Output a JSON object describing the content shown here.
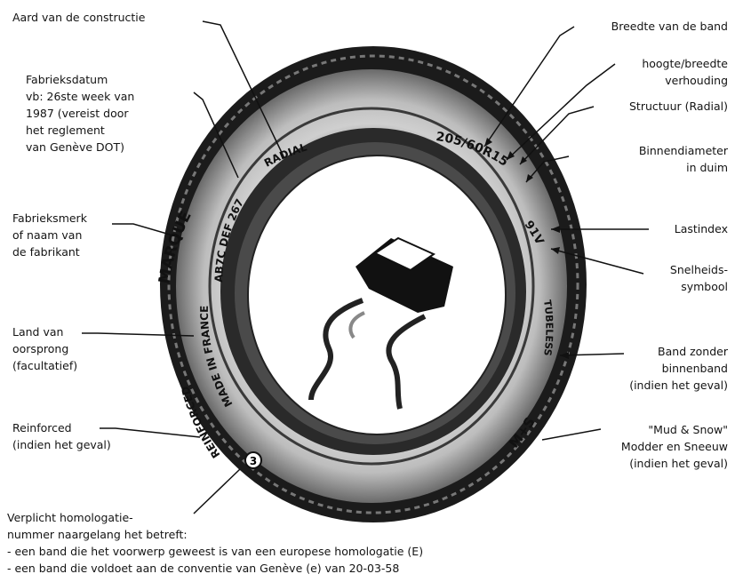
{
  "tire_text": {
    "radial": "RADIAL",
    "size": "205/60R15",
    "load_speed": "91V",
    "dot": "AB7C DEF 267",
    "marque": "MARQUE",
    "made_in": "MADE IN FRANCE",
    "reinforced": "REINFORCED",
    "tubeless": "TUBELESS",
    "mud_snow": "M+S",
    "homologation_mark": "3"
  },
  "labels": {
    "construction": [
      "Aard van de constructie"
    ],
    "manufacture_date": [
      "Fabrieksdatum",
      "vb: 26ste week van",
      "1987 (vereist door",
      "het reglement",
      "van Genève DOT)"
    ],
    "brand": [
      "Fabrieksmerk",
      "of naam van",
      "de fabrikant"
    ],
    "origin": [
      "Land van",
      "oorsprong",
      "(facultatief)"
    ],
    "reinforced": [
      "Reinforced",
      "(indien het geval)"
    ],
    "width": [
      "Breedte van de band"
    ],
    "aspect_ratio": [
      "hoogte/breedte",
      "verhouding"
    ],
    "structure": [
      "Structuur (Radial)"
    ],
    "inner_diameter": [
      "Binnendiameter",
      "in duim"
    ],
    "load_index": [
      "Lastindex"
    ],
    "speed_symbol": [
      "Snelheids-",
      "symbool"
    ],
    "tubeless": [
      "Band zonder",
      "binnenband",
      "(indien het geval)"
    ],
    "mud_snow": [
      "\"Mud & Snow\"",
      "Modder en Sneeuw",
      "(indien het geval)"
    ]
  },
  "footer": [
    "Verplicht homologatie-",
    "nummer naargelang  het betreft:",
    "- een band die het voorwerp geweest is van een europese homologatie (E)",
    "- een band die voldoet aan de conventie van Genève (e) van 20-03-58"
  ]
}
